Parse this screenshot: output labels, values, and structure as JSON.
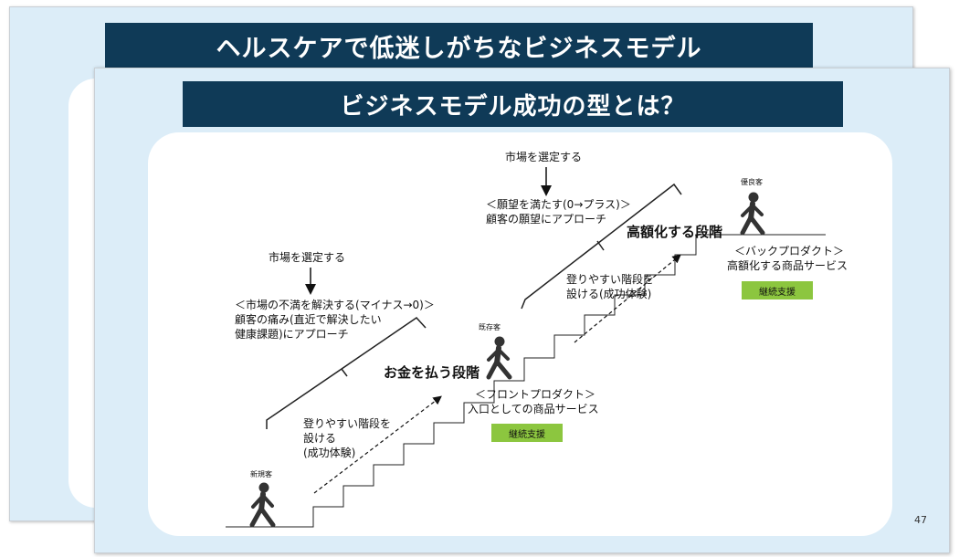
{
  "back_slide": {
    "title": "ヘルスケアで低迷しがちなビジネスモデル"
  },
  "front_slide": {
    "title": "ビジネスモデル成功の型とは？",
    "page_number": "47",
    "stages": {
      "new_customer": {
        "label": "新規客"
      },
      "existing_customer": {
        "label": "既存客",
        "step_label": "お金を払う段階",
        "product_lines": [
          "＜フロントプロダクト＞",
          "入口としての商品サービス"
        ],
        "support": "継続支援"
      },
      "loyal_customer": {
        "label": "優良客",
        "step_label": "高額化する段階",
        "product_lines": [
          "＜バックプロダクト＞",
          "高額化する商品サービス"
        ],
        "support": "継続支援"
      }
    },
    "lower_market": {
      "heading": "市場を選定する",
      "lines": [
        "＜市場の不満を解決する(マイナス→0)＞",
        "顧客の痛み(直近で解決したい",
        "健康課題)にアプローチ"
      ]
    },
    "upper_market": {
      "heading": "市場を選定する",
      "lines": [
        "＜願望を満たす(0→プラス)＞",
        "顧客の願望にアプローチ"
      ]
    },
    "lower_steps_note": [
      "登りやすい階段を",
      "設ける",
      "(成功体験)"
    ],
    "upper_steps_note": [
      "登りやすい階段を",
      "設ける(成功体験)"
    ]
  }
}
